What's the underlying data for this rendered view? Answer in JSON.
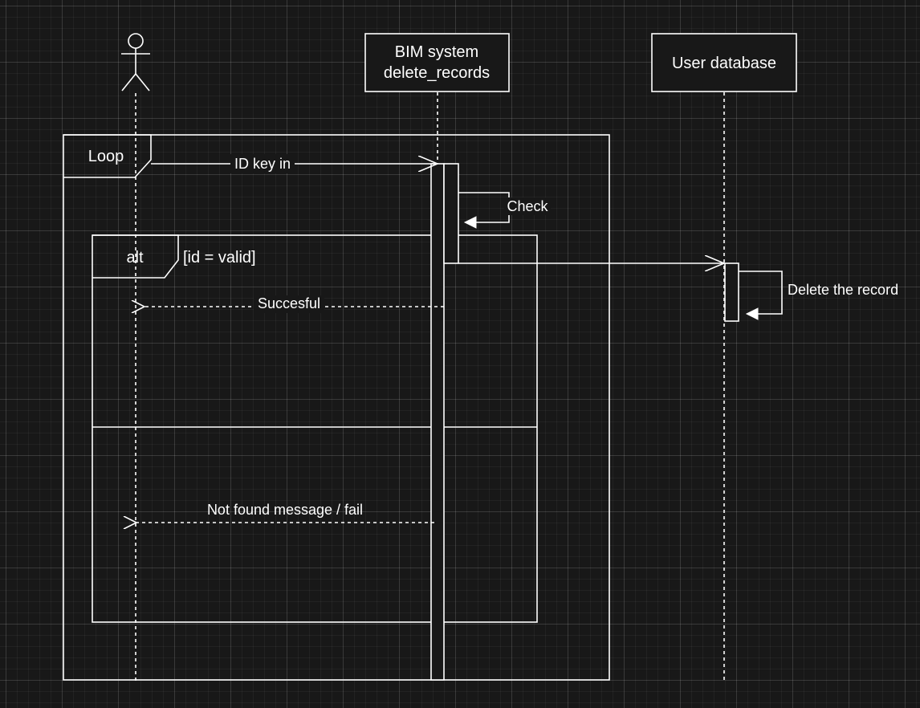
{
  "participants": {
    "system_line1": "BIM system",
    "system_line2": "delete_records",
    "database": "User database"
  },
  "fragments": {
    "loop_label": "Loop",
    "alt_label": "alt",
    "alt_guard": "[id = valid]"
  },
  "messages": {
    "id_key_in": "ID key in",
    "check": "Check",
    "successful": "Succesful",
    "delete_record": "Delete the record",
    "not_found": "Not found message / fail"
  },
  "colors": {
    "background": "#181818",
    "stroke": "#ffffff",
    "text": "#ffffff"
  }
}
